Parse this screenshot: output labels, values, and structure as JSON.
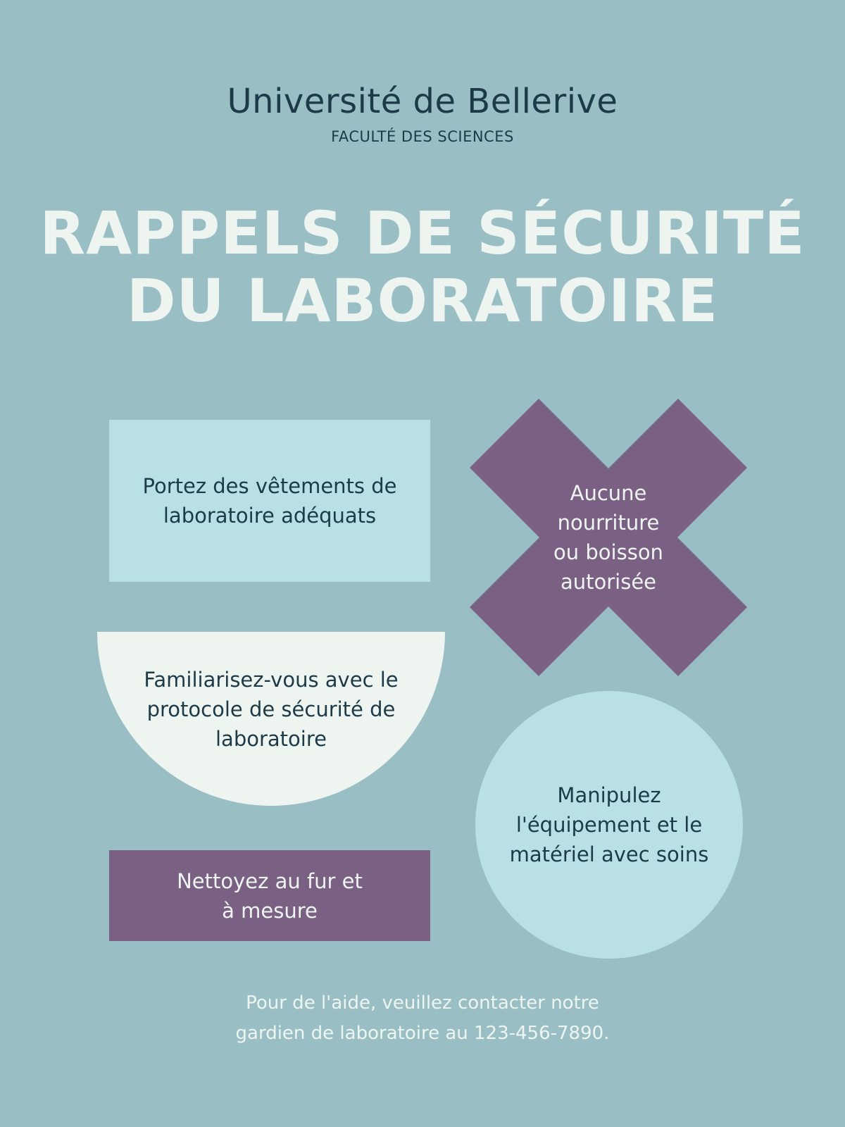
{
  "header": {
    "university": "Université de Bellerive",
    "faculty": "FACULTÉ DES SCIENCES"
  },
  "title": {
    "line1": "RAPPELS DE SÉCURITÉ",
    "line2": "DU LABORATOIRE"
  },
  "reminders": {
    "clothing": {
      "line1": "Portez des vêtements de",
      "line2": "laboratoire adéquats"
    },
    "no_food": {
      "line1": "Aucune",
      "line2": "nourriture",
      "line3": "ou boisson",
      "line4": "autorisée"
    },
    "protocol": {
      "line1": "Familiarisez-vous avec le",
      "line2": "protocole de sécurité de",
      "line3": "laboratoire"
    },
    "equipment": {
      "line1": "Manipulez",
      "line2": "l'équipement et le",
      "line3": "matériel avec soins"
    },
    "cleaning": {
      "line1": "Nettoyez au fur et",
      "line2": "à mesure"
    }
  },
  "footer": {
    "line1": "Pour de l'aide, veuillez contacter notre",
    "line2": "gardien de laboratoire au 123-456-7890."
  },
  "colors": {
    "background": "#99bfc5",
    "light_blue": "#b8e0e5",
    "off_white": "#eef5f1",
    "purple": "#7a6184",
    "dark_text": "#1c3a48"
  }
}
